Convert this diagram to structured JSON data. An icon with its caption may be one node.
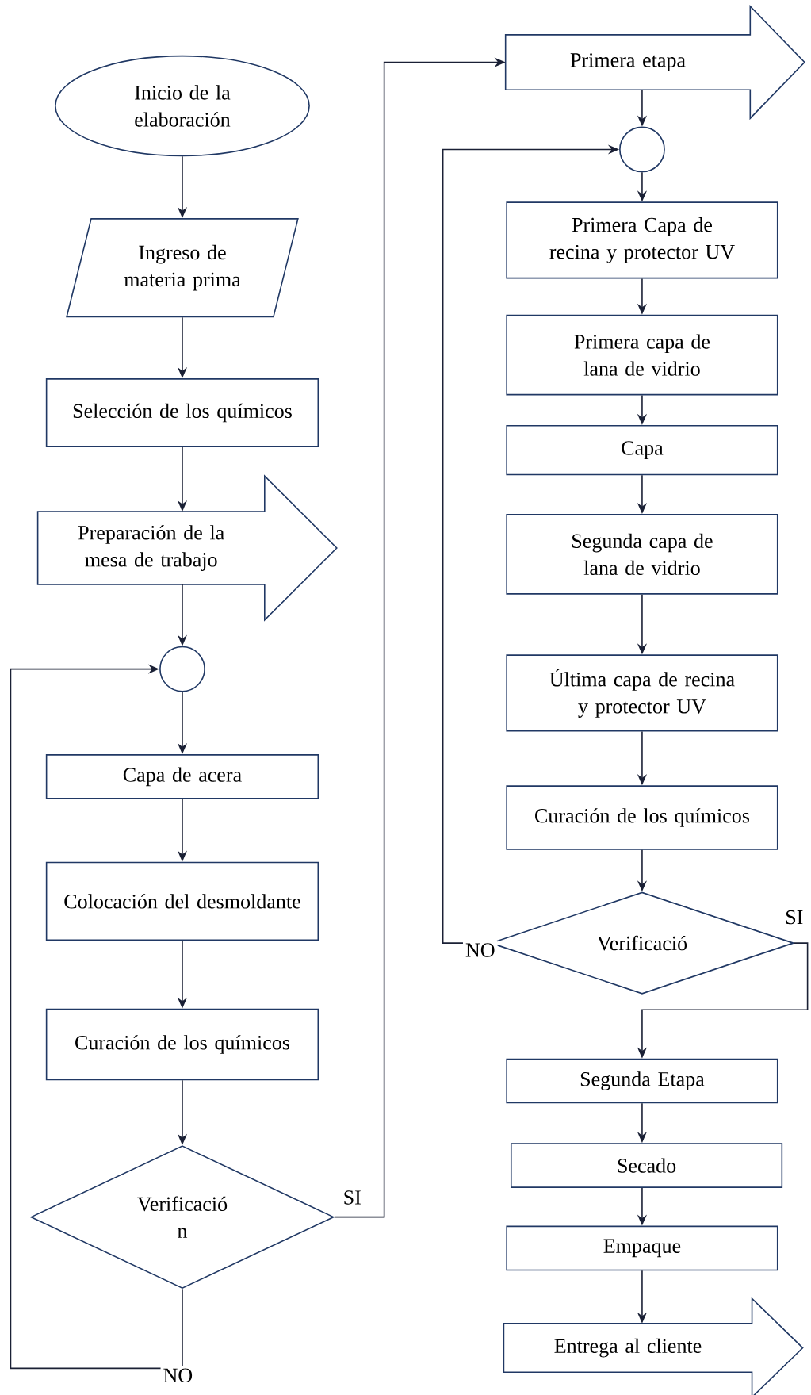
{
  "diagram": {
    "nodes": [
      {
        "text": [
          "Inicio de la elaboración"
        ]
      },
      {
        "text": [
          "Ingreso de materia prima"
        ]
      },
      {
        "text": [
          "Selección de los químicos"
        ]
      },
      {
        "text": [
          "Preparación de la mesa de trabajo"
        ]
      },
      {
        "text": [],
        "shape": "circle"
      },
      {
        "text": [
          "Capa de acera"
        ]
      },
      {
        "text": [
          "Colocación del desmoldante"
        ]
      },
      {
        "text": [
          "Curación de los químicos"
        ]
      },
      {
        "text": [
          "Verificació n"
        ]
      },
      {
        "text": [
          "Primera etapa"
        ]
      },
      {
        "text": [],
        "shape": "circle"
      },
      {
        "text": [
          "Primera Capa de recina y protector UV"
        ]
      },
      {
        "text": [
          "Primera capa de lana de vidrio"
        ]
      },
      {
        "text": [
          "Capa"
        ]
      },
      {
        "text": [
          "Segunda capa de lana de vidrio"
        ]
      },
      {
        "text": [
          "Última capa de recina y protector UV"
        ]
      },
      {
        "text": [
          "Curación de los químicos"
        ]
      },
      {
        "text": [
          "Verificació"
        ]
      },
      {
        "text": [
          "Segunda Etapa"
        ]
      },
      {
        "text": [
          "Secado"
        ]
      },
      {
        "text": [
          "Empaque"
        ]
      },
      {
        "text": [
          "Entrega al cliente"
        ]
      }
    ],
    "edges": [
      {
        "from": 0,
        "to": 1,
        "arrow": "to"
      },
      {
        "from": 1,
        "to": 2,
        "arrow": "to"
      },
      {
        "from": 2,
        "to": 3,
        "arrow": "to"
      },
      {
        "from": 3,
        "to": 4,
        "arrow": "to"
      },
      {
        "from": 4,
        "to": 5,
        "arrow": "to"
      },
      {
        "from": 5,
        "to": 6,
        "arrow": "to"
      },
      {
        "from": 6,
        "to": 7,
        "arrow": "to"
      },
      {
        "from": 7,
        "to": 8,
        "arrow": "to"
      },
      {
        "from": 8,
        "to": 9,
        "arrow": "to",
        "label": "SI"
      },
      {
        "from": 8,
        "to": 4,
        "arrow": "to",
        "label": "NO"
      },
      {
        "from": 9,
        "to": 10,
        "arrow": "to"
      },
      {
        "from": 10,
        "to": 11,
        "arrow": "to"
      },
      {
        "from": 11,
        "to": 12,
        "arrow": "to"
      },
      {
        "from": 12,
        "to": 13,
        "arrow": "to"
      },
      {
        "from": 13,
        "to": 14,
        "arrow": "to"
      },
      {
        "from": 14,
        "to": 15,
        "arrow": "to"
      },
      {
        "from": 15,
        "to": 16,
        "arrow": "to"
      },
      {
        "from": 16,
        "to": 17,
        "arrow": "to"
      },
      {
        "from": 17,
        "to": 10,
        "arrow": "to",
        "label": "NO"
      },
      {
        "from": 17,
        "to": 18,
        "arrow": "to",
        "label": "SI"
      },
      {
        "from": 18,
        "to": 19,
        "arrow": "to"
      },
      {
        "from": 19,
        "to": 20,
        "arrow": "to"
      },
      {
        "from": 20,
        "to": 21,
        "arrow": "to"
      }
    ]
  }
}
